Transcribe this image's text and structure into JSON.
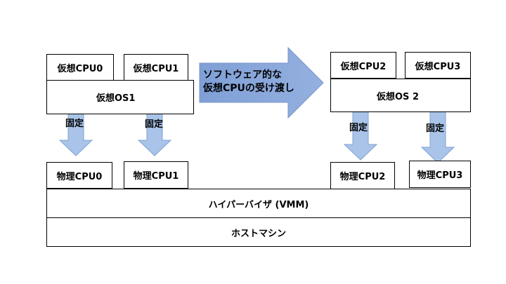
{
  "host_machine": "ホストマシン",
  "hypervisor": "ハイパーバイザ (VMM)",
  "left": {
    "guest_os": "仮想OS1",
    "vcpus": [
      "仮想CPU0",
      "仮想CPU1"
    ],
    "pcpus": [
      "物理CPU0",
      "物理CPU1"
    ],
    "fixed": [
      "固定",
      "固定"
    ]
  },
  "right": {
    "guest_os": "仮想OS 2",
    "vcpus": [
      "仮想CPU2",
      "仮想CPU3"
    ],
    "pcpus": [
      "物理CPU2",
      "物理CPU3"
    ],
    "fixed": [
      "固定",
      "固定"
    ]
  },
  "big_arrow": {
    "line1": "ソフトウェア的な",
    "line2": "仮想CPUの受け渡し"
  },
  "colors": {
    "arrow_fill": "#a9c4e8",
    "arrow_stroke": "#7fa2d2",
    "big_arrow_fill": "#8eaadb",
    "box_border": "#000000"
  }
}
